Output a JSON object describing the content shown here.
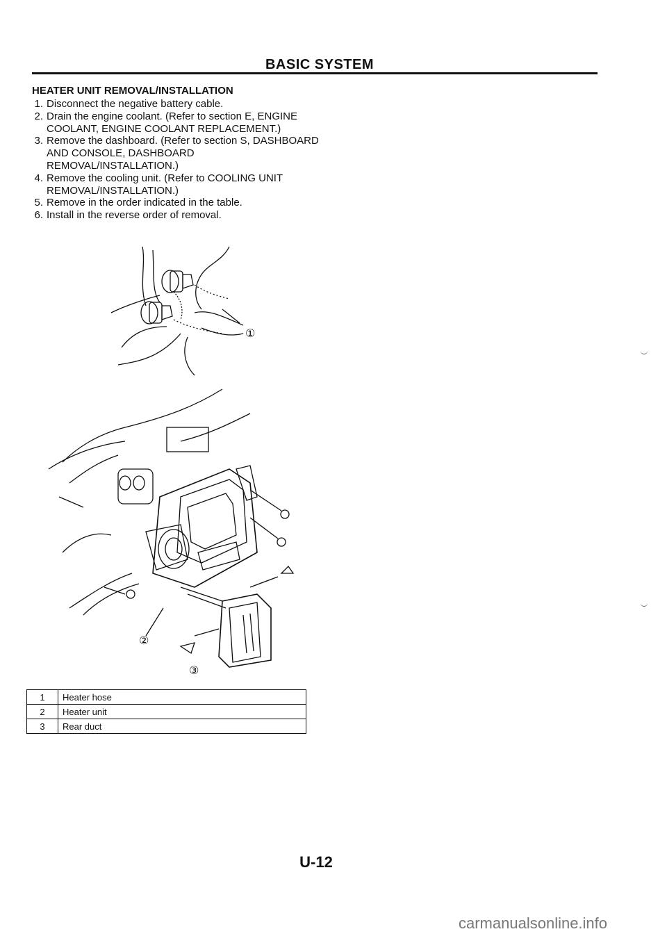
{
  "header": {
    "title": "BASIC SYSTEM"
  },
  "section": {
    "title": "HEATER UNIT REMOVAL/INSTALLATION"
  },
  "steps": [
    {
      "num": "1.",
      "text": "Disconnect the negative battery cable."
    },
    {
      "num": "2.",
      "text": "Drain the engine coolant. (Refer to section E, ENGINE COOLANT, ENGINE COOLANT REPLACEMENT.)"
    },
    {
      "num": "3.",
      "text": "Remove the dashboard. (Refer to section S, DASHBOARD AND CONSOLE, DASHBOARD REMOVAL/INSTALLATION.)"
    },
    {
      "num": "4.",
      "text": "Remove the cooling unit. (Refer to COOLING UNIT REMOVAL/INSTALLATION.)"
    },
    {
      "num": "5.",
      "text": "Remove in the order indicated in the table."
    },
    {
      "num": "6.",
      "text": "Install in the reverse order of removal."
    }
  ],
  "figure": {
    "callouts": [
      "①",
      "②",
      "③"
    ]
  },
  "parts_table": [
    {
      "num": "1",
      "name": "Heater hose"
    },
    {
      "num": "2",
      "name": "Heater unit"
    },
    {
      "num": "3",
      "name": "Rear duct"
    }
  ],
  "footer": {
    "page_number": "U-12"
  },
  "watermark": "carmanualsonline.info"
}
